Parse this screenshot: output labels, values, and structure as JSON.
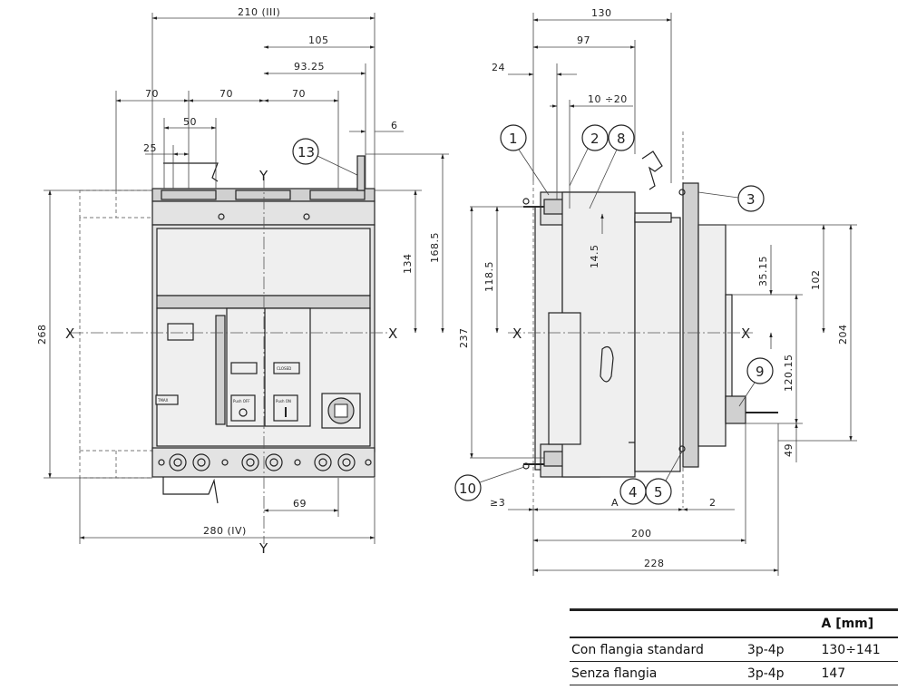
{
  "front_view": {
    "dims": {
      "d210": "210 (III)",
      "d105": "105",
      "d93": "93.25",
      "d70a": "70",
      "d70b": "70",
      "d70c": "70",
      "d50": "50",
      "d25": "25",
      "d6": "6",
      "d268": "268",
      "d134": "134",
      "d168": "168.5",
      "d69": "69",
      "d280": "280 (IV)"
    },
    "axes": {
      "x_left": "X",
      "x_right": "X",
      "y_top": "Y",
      "y_bottom": "Y"
    },
    "callouts": {
      "c13": "13"
    },
    "labels": {
      "push_off": "Push OFF",
      "push_on": "Push ON",
      "closed": "CLOSED",
      "tmax": "TMAX"
    }
  },
  "side_view": {
    "dims": {
      "d130": "130",
      "d97": "97",
      "d24": "24",
      "d10_20": "10 ÷20",
      "d14": "14.5",
      "d118": "118.5",
      "d237": "237",
      "d35": "35.15",
      "d102": "102",
      "d204": "204",
      "d120": "120.15",
      "d49": "49",
      "dge3": "≥3",
      "dA": "A",
      "d2": "2",
      "d200": "200",
      "d228": "228"
    },
    "axes": {
      "x_left": "X",
      "x_right": "X"
    },
    "callouts": {
      "c1": "1",
      "c2": "2",
      "c8": "8",
      "c3": "3",
      "c9": "9",
      "c10": "10",
      "c4": "4",
      "c5": "5"
    }
  },
  "table": {
    "header": {
      "col1": "",
      "col2": "",
      "col3": "A [mm]"
    },
    "rows": [
      {
        "label": "Con flangia standard",
        "poles": "3p-4p",
        "value": "130÷141"
      },
      {
        "label": "Senza flangia",
        "poles": "3p-4p",
        "value": "147"
      }
    ]
  }
}
